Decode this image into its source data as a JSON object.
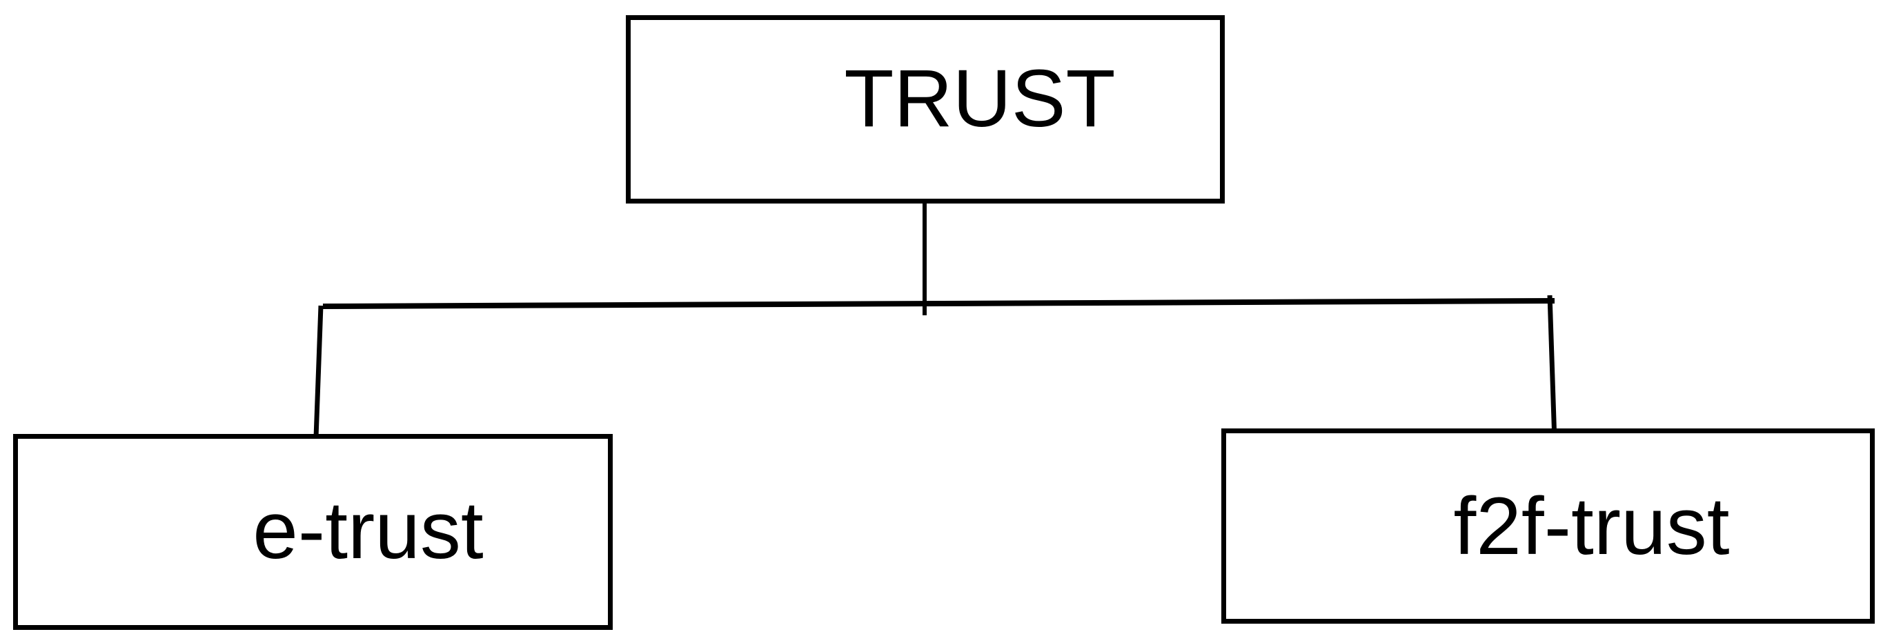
{
  "diagram": {
    "type": "tree",
    "background_color": "#ffffff",
    "line_color": "#000000",
    "box_border_color": "#000000",
    "text_color": "#000000",
    "root": {
      "label": "TRUST"
    },
    "children": [
      {
        "label": "e-trust"
      },
      {
        "label": "f2f-trust"
      }
    ]
  }
}
